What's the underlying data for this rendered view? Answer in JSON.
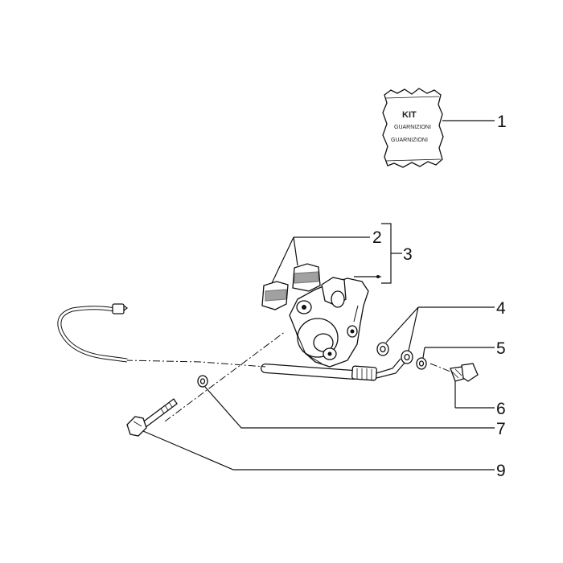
{
  "kit": {
    "line1": "KIT",
    "line2": "GUARNIZIONI",
    "line3": "GUARNIZIONI"
  },
  "callouts": [
    {
      "id": "1",
      "label": "1"
    },
    {
      "id": "2",
      "label": "2"
    },
    {
      "id": "3",
      "label": "3"
    },
    {
      "id": "4",
      "label": "4"
    },
    {
      "id": "5",
      "label": "5"
    },
    {
      "id": "6",
      "label": "6"
    },
    {
      "id": "7",
      "label": "7"
    },
    {
      "id": "9",
      "label": "9"
    }
  ],
  "colors": {
    "ink": "#111111",
    "background": "#ffffff"
  }
}
